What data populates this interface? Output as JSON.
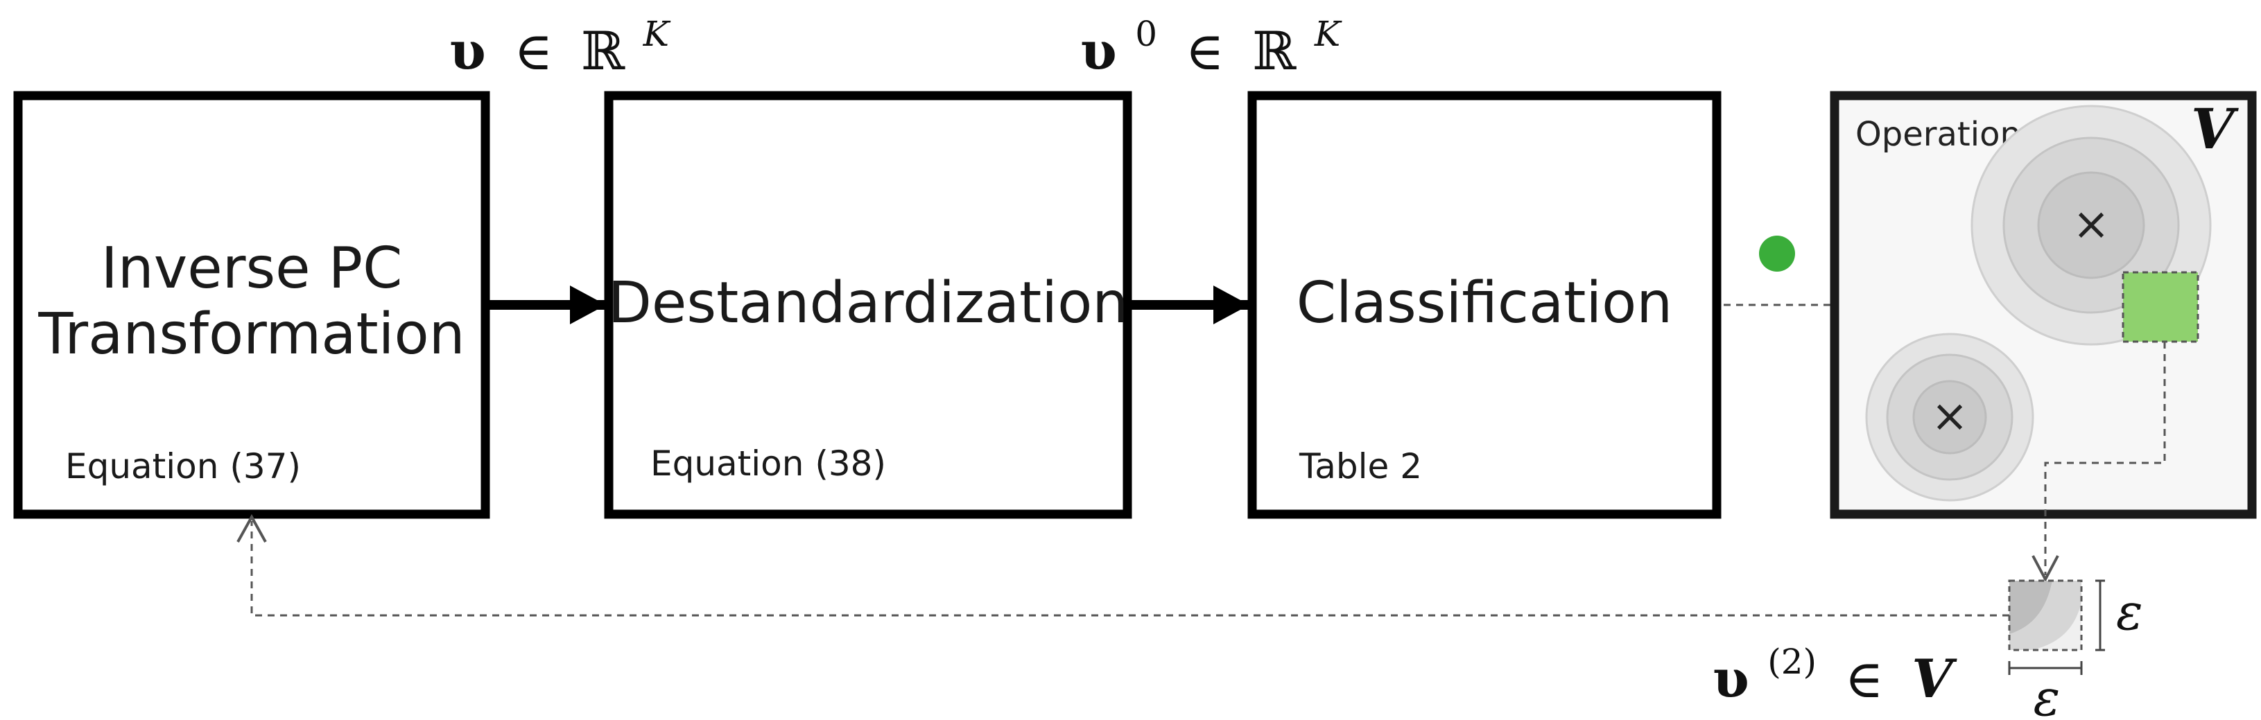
{
  "boxes": [
    {
      "title_lines": [
        "Inverse PC",
        "Transformation"
      ],
      "ref": "Equation (37)"
    },
    {
      "title_lines": [
        "Destandardization"
      ],
      "ref": "Equation (38)"
    },
    {
      "title_lines": [
        "Classification"
      ],
      "ref": "Table 2"
    }
  ],
  "labels": {
    "v_sym": "𝛖",
    "in": "∈",
    "reals": "ℝ",
    "dim": "K",
    "sup_zero": "0",
    "sup_two": "(2)",
    "set_V": "V",
    "epsilon": "ε"
  },
  "operation_map": {
    "title": "Operation Map",
    "set_label": "V",
    "centers": [
      "×",
      "×"
    ]
  },
  "colors": {
    "box_border": "#000000",
    "map_background": "#f7f7f7",
    "point_green": "#3aad3a",
    "cell_green": "#8fd16e",
    "circle_outer": "#e2e2e2",
    "circle_mid": "#d2d2d2",
    "circle_inner": "#c4c4c4",
    "dashed_line": "#555555"
  }
}
